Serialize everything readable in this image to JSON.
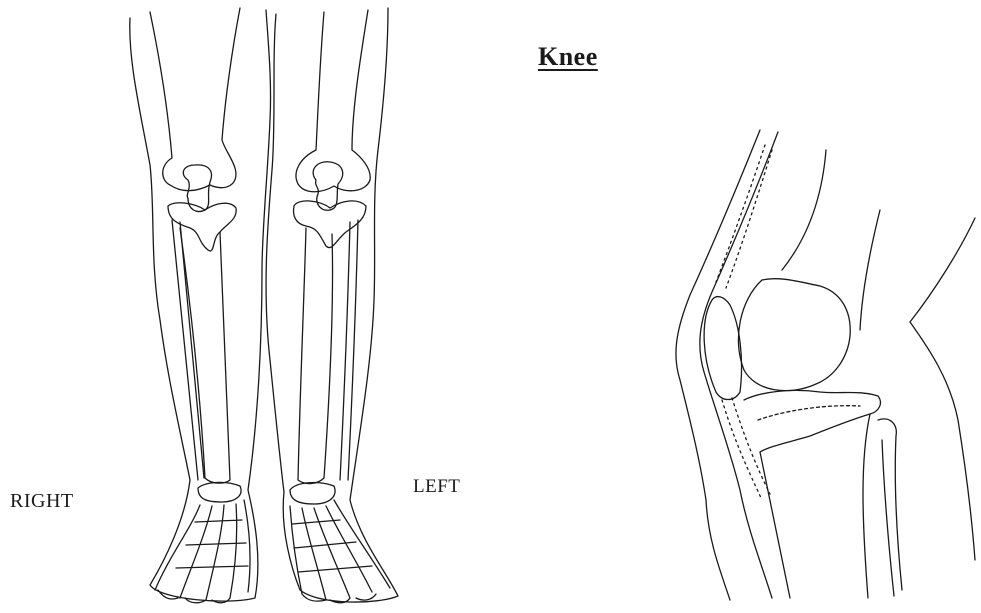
{
  "diagram": {
    "title": "Knee",
    "label_right": "RIGHT",
    "label_left": "LEFT"
  },
  "colors": {
    "ink": "#1a1a1a",
    "paper": "#ffffff"
  },
  "figures": [
    {
      "name": "legs-skeleton-front-view",
      "description_icon": "lower-limb-skeleton"
    },
    {
      "name": "knee-joint-side-view",
      "description_icon": "knee-sagittal"
    }
  ]
}
